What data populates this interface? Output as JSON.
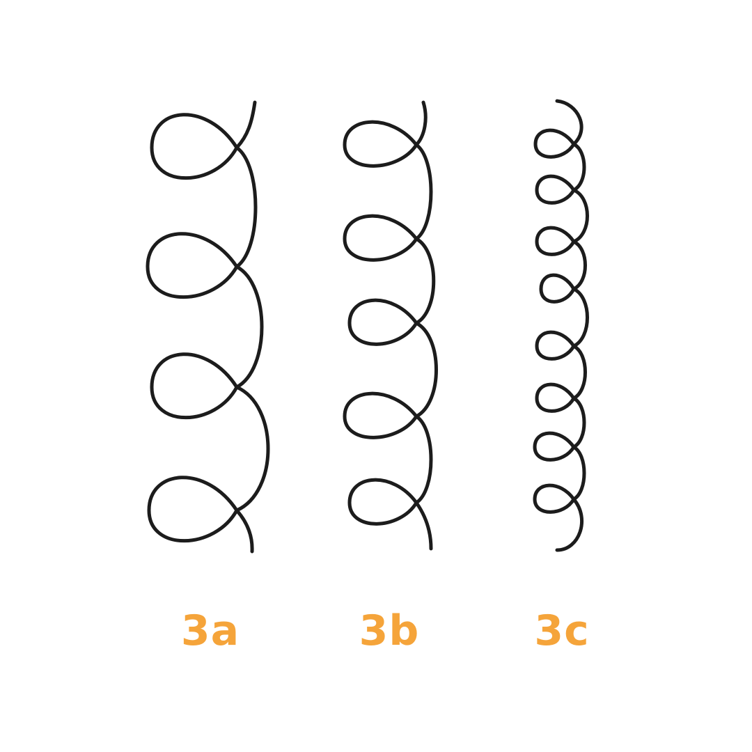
{
  "colors": {
    "background": "#ffffff",
    "curl_stroke": "#1c1c1c",
    "label": "#f5a43a"
  },
  "curl_types": [
    {
      "id": "3a",
      "label": "3a",
      "icon": "loose-spiral-curl-icon",
      "loops": 4
    },
    {
      "id": "3b",
      "label": "3b",
      "icon": "medium-spiral-curl-icon",
      "loops": 5
    },
    {
      "id": "3c",
      "label": "3c",
      "icon": "tight-corkscrew-curl-icon",
      "loops": 8
    }
  ]
}
